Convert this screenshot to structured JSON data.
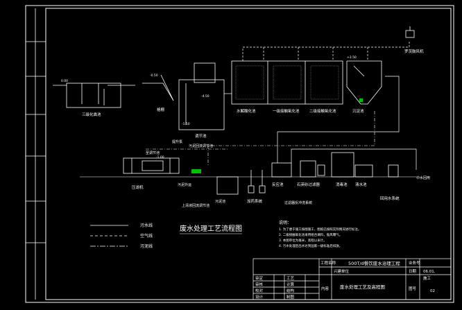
{
  "drawing": {
    "title": "废水处理工艺流程图",
    "legend": [
      {
        "label": "污水线",
        "style": "solid"
      },
      {
        "label": "空气线",
        "style": "dashed"
      },
      {
        "label": "污泥线",
        "style": "dashdot"
      }
    ],
    "notes": {
      "heading": "说明：",
      "lines": [
        "1. 为了便于施工按图施工，图纸已按照实际情况进行标注。",
        "2. 二级接触氧化池采用组合填料，鼓风曝气。",
        "3. 本图单位为毫米，高程以米计。",
        "4. 污水处理后出水达到国家一级标准后排放。"
      ]
    },
    "units": [
      "三级化粪池",
      "格栅",
      "调节池",
      "水解酸化池",
      "一级接触氧化池",
      "二级接触氧化池",
      "沉淀池",
      "罗茨鼓风机",
      "压滤机",
      "污泥外运",
      "提升泵",
      "污泥池",
      "上清液回流调节池",
      "加药系统",
      "反应池",
      "石英砂过滤器",
      "消毒池",
      "清水池",
      "回用水系统",
      "过滤器反冲洗系统",
      "污泥回流调节池",
      "中水回用",
      "至调节池"
    ],
    "tags": [
      "0.00",
      "-4.50",
      "-0.50",
      "-1.00",
      "+3.50",
      "-1.50"
    ]
  },
  "title_block": {
    "project_label": "工程名称",
    "project": "500T/d餐饮废水治理工程",
    "drawing_no_label": "业务号",
    "date_label": "日期",
    "date": "06.01.",
    "design_unit": "兴建单位",
    "content_label": "内容",
    "content": "废水处理工艺及高程图",
    "sheet_label": "图号",
    "sheet": "02",
    "status": "施工",
    "roles": [
      "审定",
      "审核",
      "校对",
      "设计",
      "工艺",
      "计算",
      "结构",
      "制图"
    ]
  }
}
